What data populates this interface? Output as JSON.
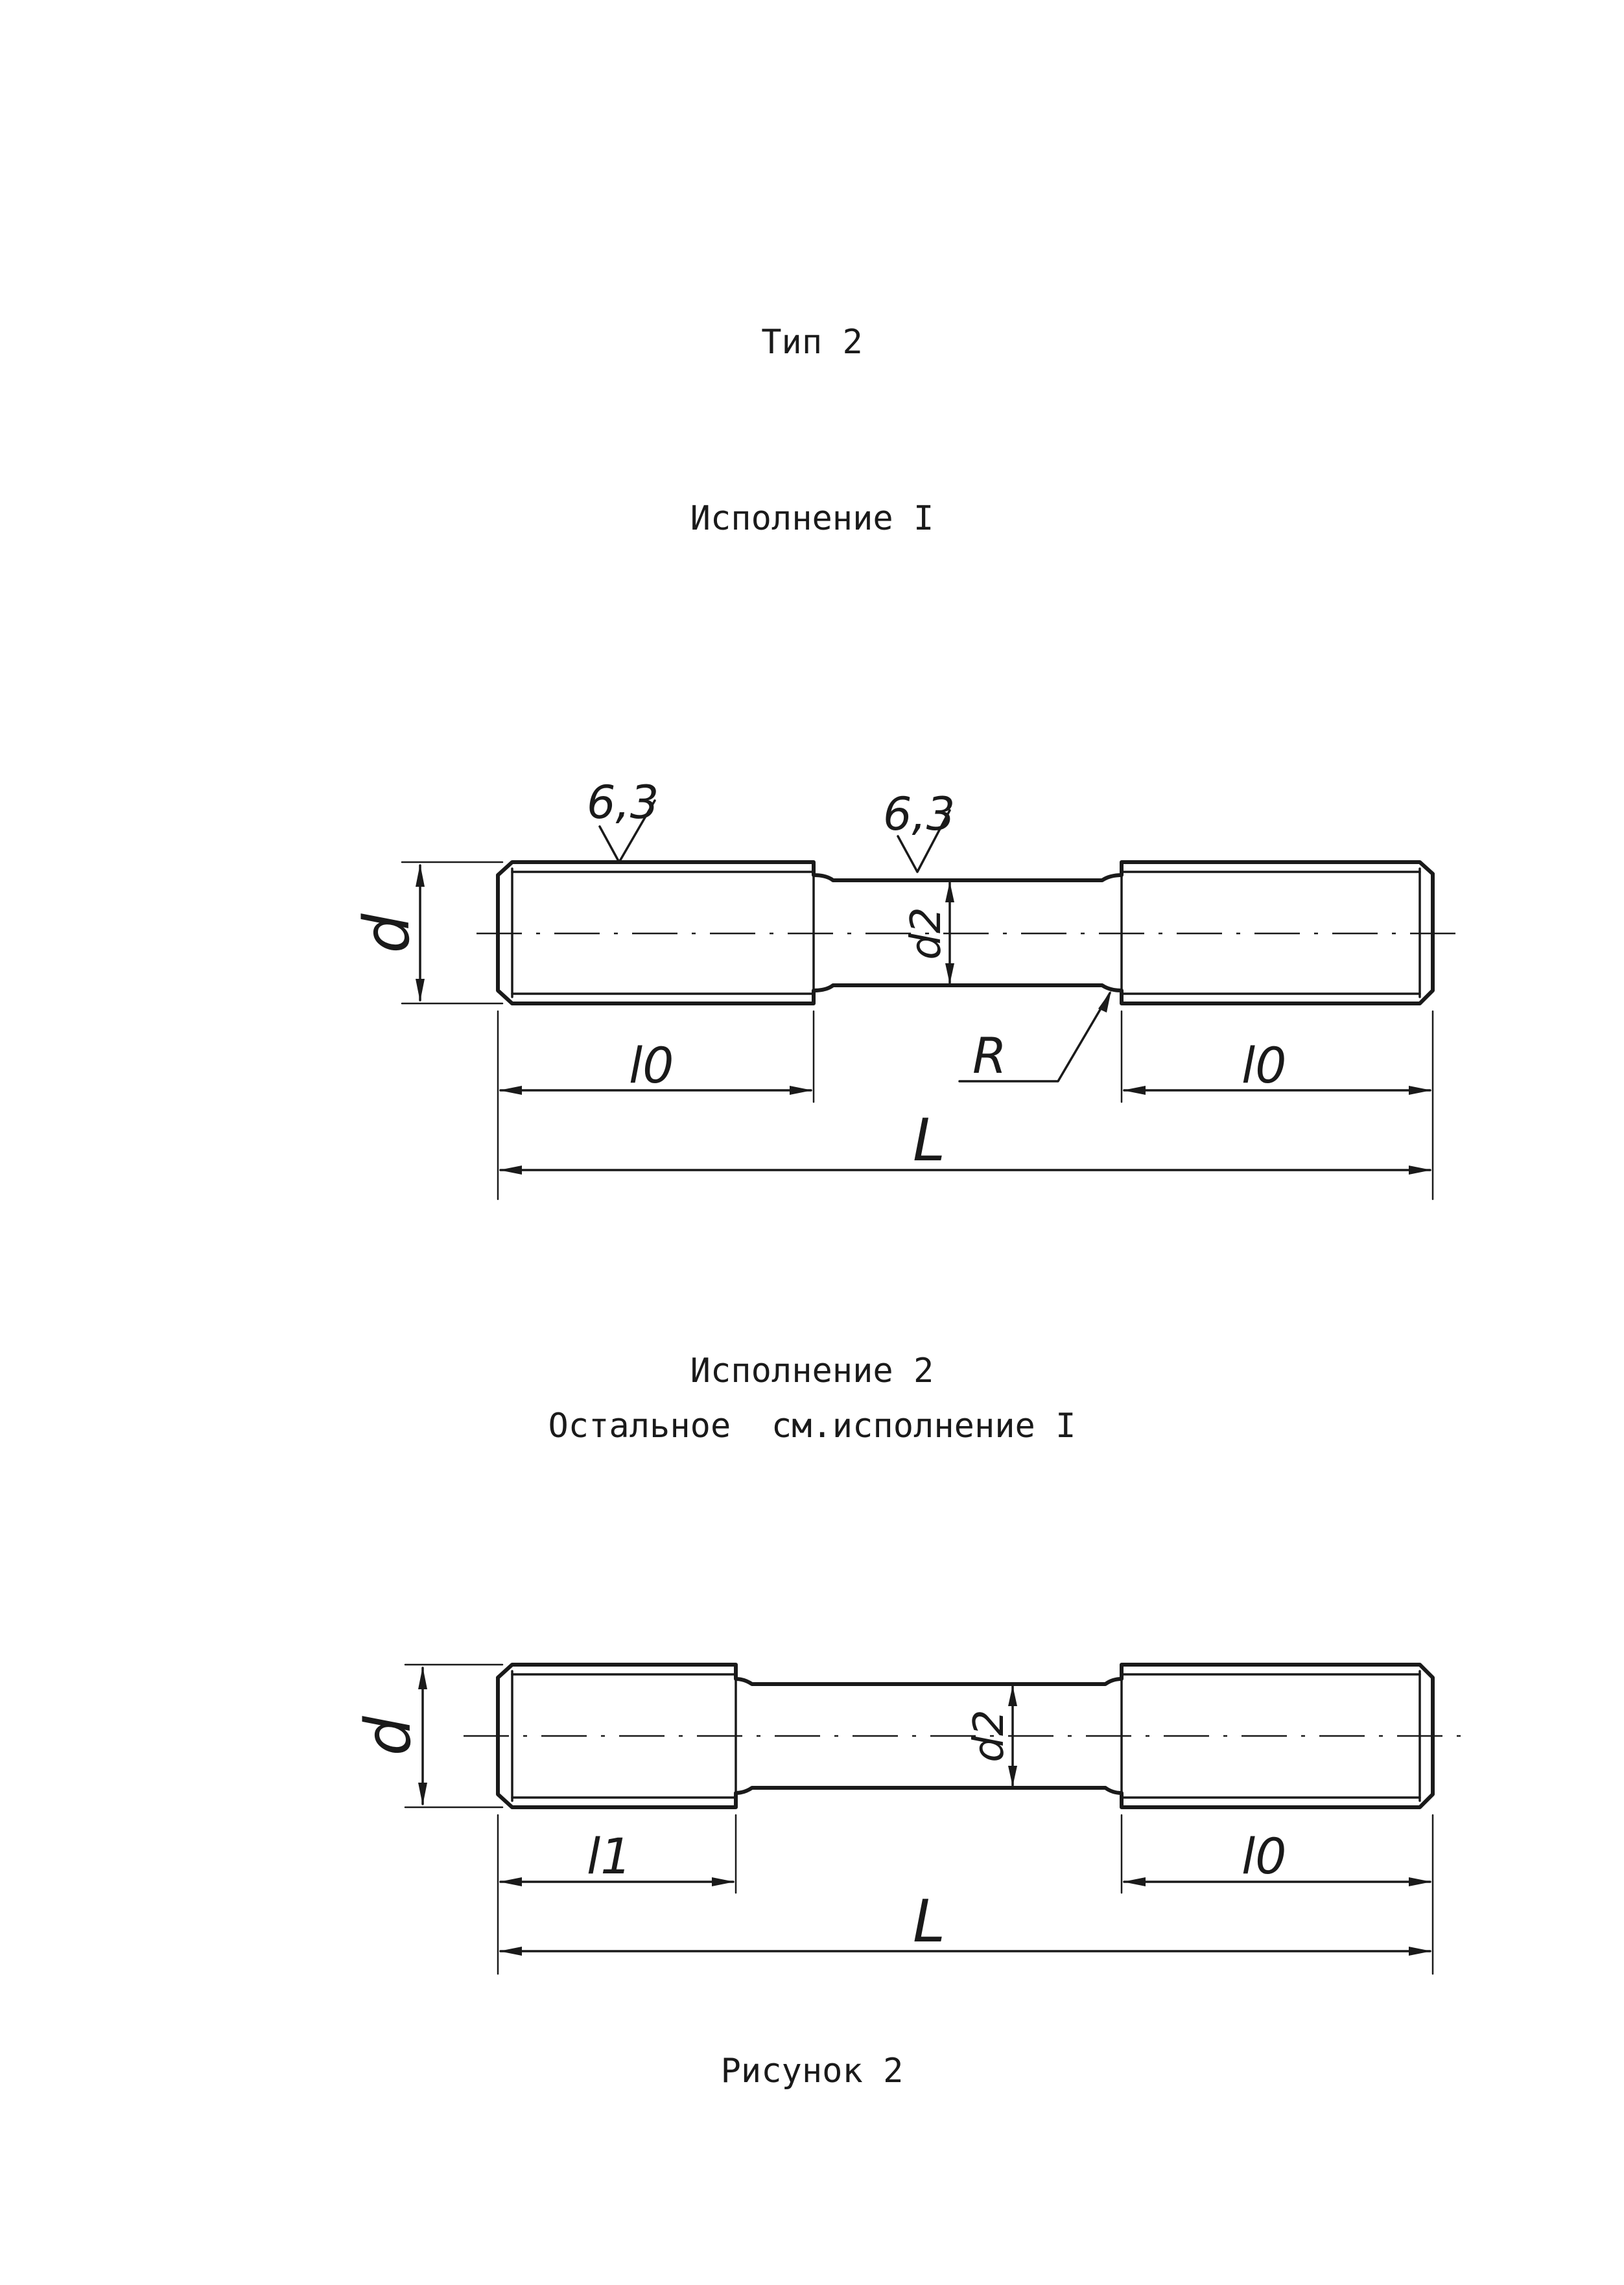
{
  "headings": {
    "type": "Тип 2",
    "variant1": "Исполнение I",
    "variant2": "Исполнение 2",
    "variant2_note": "Остальное  см.исполнение I",
    "figure": "Рисунок 2"
  },
  "variant1_labels": {
    "roughness_left": "6,3",
    "roughness_mid": "6,3",
    "diameter": "d",
    "neck_diameter": "d2",
    "thread_left": "l0",
    "radius": "R",
    "thread_right": "l0",
    "length": "L"
  },
  "variant2_labels": {
    "diameter": "d",
    "neck_diameter": "d2",
    "thread_left": "l1",
    "thread_right": "l0",
    "length": "L"
  }
}
